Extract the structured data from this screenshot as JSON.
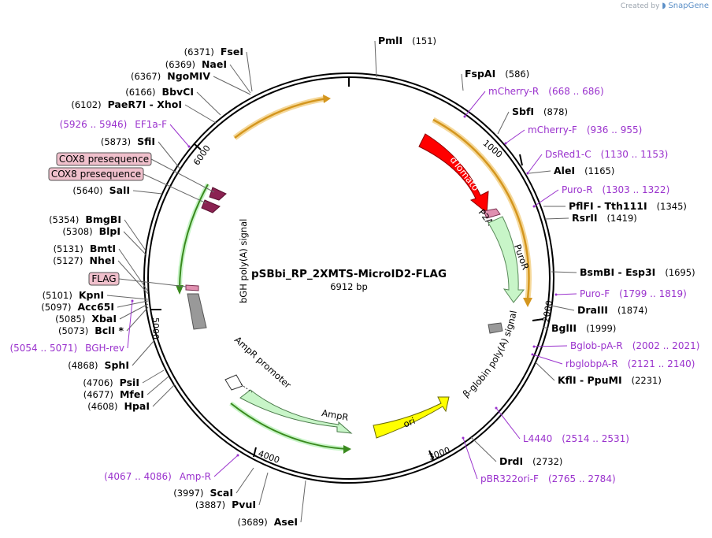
{
  "watermark": {
    "prefix": "Created by",
    "brand": "SnapGene"
  },
  "plasmid": {
    "name": "pSBbi_RP_2XMTS-MicroID2-FLAG",
    "size": "6912 bp"
  },
  "ring_ticks": [
    "1000",
    "2000",
    "3000",
    "4000",
    "5000",
    "6000"
  ],
  "sites": [
    {
      "name": "PmlI",
      "pos": "(151)"
    },
    {
      "name": "FspAI",
      "pos": "(586)"
    },
    {
      "name": "SbfI",
      "pos": "(878)"
    },
    {
      "name": "AleI",
      "pos": "(1165)"
    },
    {
      "name": "PflFI  -  Tth111I",
      "pos": "(1345)"
    },
    {
      "name": "RsrII",
      "pos": "(1419)"
    },
    {
      "name": "BsmBI  -  Esp3I",
      "pos": "(1695)"
    },
    {
      "name": "DraIII",
      "pos": "(1874)"
    },
    {
      "name": "BglII",
      "pos": "(1999)"
    },
    {
      "name": "KflI  -  PpuMI",
      "pos": "(2231)"
    },
    {
      "name": "DrdI",
      "pos": "(2732)"
    },
    {
      "name": "AseI",
      "pos": "(3689)"
    },
    {
      "name": "PvuI",
      "pos": "(3887)"
    },
    {
      "name": "ScaI",
      "pos": "(3997)"
    },
    {
      "name": "HpaI",
      "pos": "(4608)"
    },
    {
      "name": "MfeI",
      "pos": "(4677)"
    },
    {
      "name": "PsiI",
      "pos": "(4706)"
    },
    {
      "name": "SphI",
      "pos": "(4868)"
    },
    {
      "name": "BclI *",
      "pos": "(5073)"
    },
    {
      "name": "XbaI",
      "pos": "(5085)"
    },
    {
      "name": "Acc65I",
      "pos": "(5097)"
    },
    {
      "name": "KpnI",
      "pos": "(5101)"
    },
    {
      "name": "NheI",
      "pos": "(5127)"
    },
    {
      "name": "BmtI",
      "pos": "(5131)"
    },
    {
      "name": "BlpI",
      "pos": "(5308)"
    },
    {
      "name": "BmgBI",
      "pos": "(5354)"
    },
    {
      "name": "SalI",
      "pos": "(5640)"
    },
    {
      "name": "SfiI",
      "pos": "(5873)"
    },
    {
      "name": "PaeR7I  -  XhoI",
      "pos": "(6102)"
    },
    {
      "name": "BbvCI",
      "pos": "(6166)"
    },
    {
      "name": "NgoMIV",
      "pos": "(6367)"
    },
    {
      "name": "NaeI",
      "pos": "(6369)"
    },
    {
      "name": "FseI",
      "pos": "(6371)"
    }
  ],
  "primers": [
    {
      "name": "mCherry-R",
      "range": "(668 .. 686)"
    },
    {
      "name": "mCherry-F",
      "range": "(936 .. 955)"
    },
    {
      "name": "DsRed1-C",
      "range": "(1130 .. 1153)"
    },
    {
      "name": "Puro-R",
      "range": "(1303 .. 1322)"
    },
    {
      "name": "Puro-F",
      "range": "(1799 .. 1819)"
    },
    {
      "name": "Bglob-pA-R",
      "range": "(2002 .. 2021)"
    },
    {
      "name": "rbglobpA-R",
      "range": "(2121 .. 2140)"
    },
    {
      "name": "L4440",
      "range": "(2514 .. 2531)"
    },
    {
      "name": "pBR322ori-F",
      "range": "(2765 .. 2784)"
    },
    {
      "name": "Amp-R",
      "range": "(4067 .. 4086)"
    },
    {
      "name": "BGH-rev",
      "range": "(5054 .. 5071)"
    },
    {
      "name": "EF1a-F",
      "range": "(5926 .. 5946)"
    }
  ],
  "boxed_features": [
    "COX8 presequence",
    "COX8 presequence",
    "FLAG"
  ],
  "features": {
    "dTomato": "dTomato",
    "P2A": "P2A",
    "PuroR": "PuroR",
    "bglobin": "β-globin poly(A) signal",
    "ori": "ori",
    "AmpR": "AmpR",
    "AmpR_promoter": "AmpR promoter",
    "bGH": "bGH poly(A) signal"
  },
  "colors": {
    "ring": "#000000",
    "primer": "#9a32cd",
    "dTomato": "#ff0000",
    "puro": "#c8f5c8",
    "ori": "#ffff00",
    "orange_arc": "#d4961e",
    "green_arc": "#3a8a1e",
    "cox8": "#8b2252",
    "box_fill": "#f0c0cc",
    "polyA_grey": "#999999"
  }
}
